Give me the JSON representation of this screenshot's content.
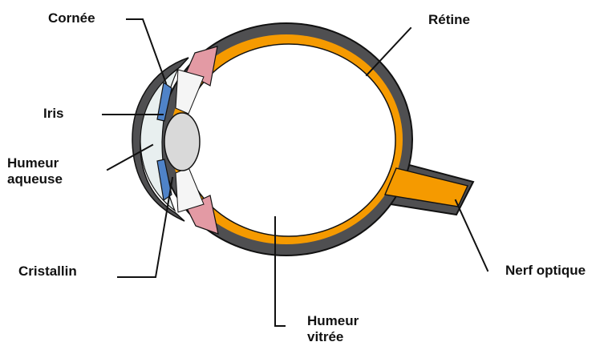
{
  "labels": {
    "cornee": "Cornée",
    "retine": "Rétine",
    "iris": "Iris",
    "humeur_aqueuse": [
      "Humeur",
      "aqueuse"
    ],
    "cristallin": "Cristallin",
    "nerf_optique": "Nerf optique",
    "humeur_vitree": [
      "Humeur",
      "vitrée"
    ]
  },
  "colors": {
    "sclera": "#4f4f51",
    "retina": "#f59a00",
    "vitreous": "#ffffff",
    "ciliary_body": "#e39aa4",
    "lens": "#d9d9d9",
    "aqueous": "#e8efef",
    "iris": "#4f83c8",
    "leader_lines": "#111111",
    "text": "#111111"
  }
}
